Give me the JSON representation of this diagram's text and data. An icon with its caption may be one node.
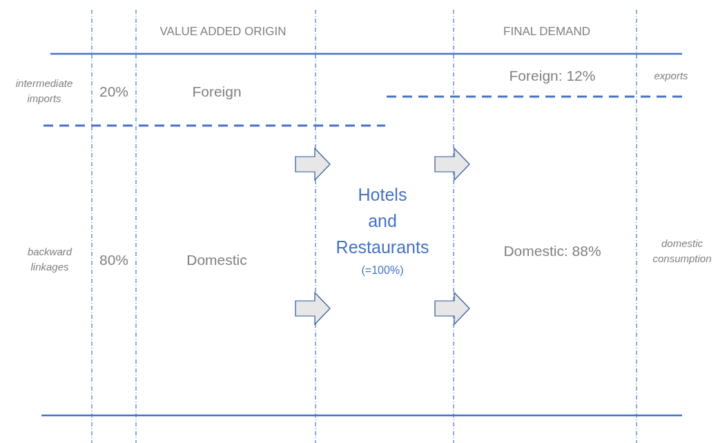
{
  "diagram": {
    "nodes": [
      {
        "text": [
          "Foreign"
        ]
      },
      {
        "text": [
          "Domestic"
        ]
      },
      {
        "text": [
          "Hotels and Restaurants",
          "(=100%)"
        ]
      },
      {
        "text": [
          "Foreign: 12%"
        ]
      },
      {
        "text": [
          "Domestic: 88%"
        ]
      }
    ],
    "edges": [
      {
        "from": null,
        "to": 2,
        "arrow": "to"
      },
      {
        "from": null,
        "to": 2,
        "arrow": "to"
      },
      {
        "from": 2,
        "to": null,
        "arrow": "to"
      },
      {
        "from": 2,
        "to": null,
        "arrow": "to"
      }
    ],
    "labels": [
      "VALUE ADDED ORIGIN",
      "FINAL DEMAND",
      "intermediate imports",
      "20%",
      "exports",
      "backward linkages",
      "80%",
      "domestic consumption"
    ]
  }
}
